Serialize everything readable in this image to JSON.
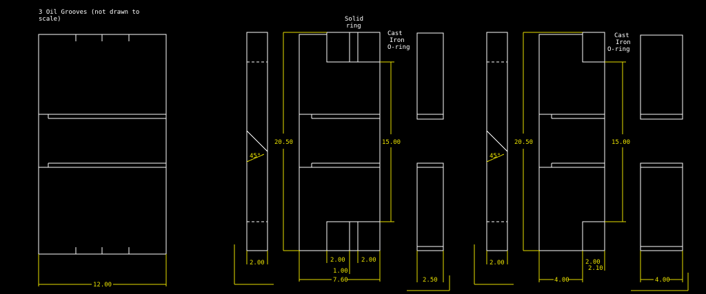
{
  "title_line1": "3 Oil Grooves (not drawn to",
  "title_line2": "scale)",
  "labels": {
    "solid_ring_1": "Solid",
    "solid_ring_2": "ring",
    "cast_iron_a1": "Cast",
    "cast_iron_a2": "Iron",
    "cast_iron_a3": "O-ring",
    "cast_iron_b1": "Cast",
    "cast_iron_b2": "Iron",
    "cast_iron_b3": "O-ring"
  },
  "dims": {
    "w12": "12.00",
    "w2a": "2.00",
    "angle_a": "45°",
    "h2050a": "20.50",
    "h1500a": "15.00",
    "g2a": "2.00",
    "g2b": "2.00",
    "g1": "1.00",
    "w760": "7.60",
    "w250": "2.50",
    "w2b": "2.00",
    "angle_b": "45°",
    "h2050b": "20.50",
    "h1500b": "15.00",
    "g2c": "2.00",
    "g210": "2.10",
    "w400a": "4.00",
    "w400b": "4.00"
  },
  "colors": {
    "background": "#000000",
    "linework": "#ffffff",
    "dimensions": "#e8e000"
  }
}
